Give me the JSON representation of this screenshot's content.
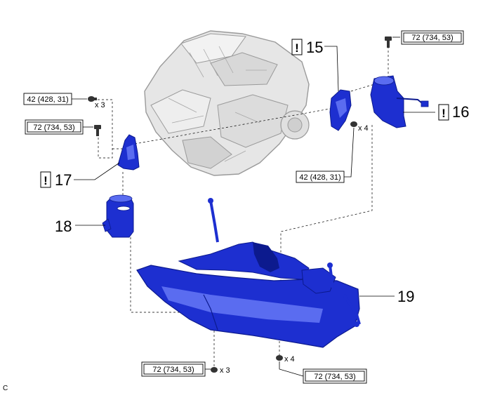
{
  "figure_code": "C",
  "colors": {
    "part_blue": "#1d2fd0",
    "part_blue_dark": "#0c1a8e",
    "part_blue_light": "#5a6cf0",
    "engine_fill": "#e6e6e6",
    "engine_stroke": "#9a9a9a",
    "leader": "#000000"
  },
  "callouts": {
    "c15": "15",
    "c16": "16",
    "c17": "17",
    "c18": "18",
    "c19": "19"
  },
  "caution_mark": "!",
  "torques": {
    "t_top_right": "72 (734, 53)",
    "t_mid_right": "42 (428, 31)",
    "t_left_top": "42 (428, 31)",
    "t_left_mid": "72 (734, 53)",
    "t_bottom_left": "72 (734, 53)",
    "t_bottom_right": "72 (734, 53)"
  },
  "quantities": {
    "q_left_top": "x 3",
    "q_mid_right": "x 4",
    "q_bottom_left": "x 3",
    "q_bottom_right": "x 4"
  },
  "icons": [
    "bolt-icon",
    "nut-icon",
    "caution-icon"
  ]
}
